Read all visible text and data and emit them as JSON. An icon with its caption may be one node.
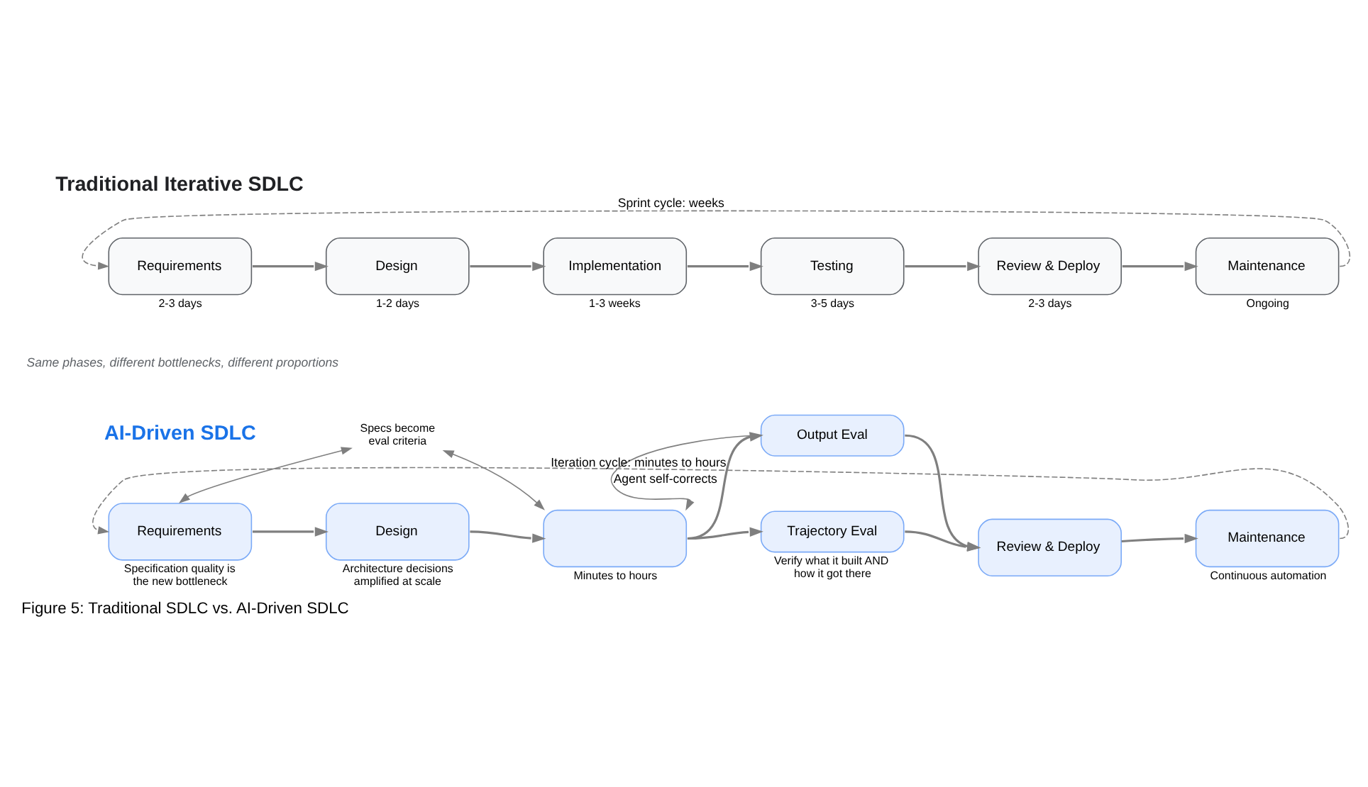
{
  "diagram": {
    "caption": "Figure 5: Traditional SDLC vs. AI-Driven SDLC",
    "nodes": [
      {
        "text": [
          "Requirements"
        ],
        "beside": [
          "2-3 days"
        ]
      },
      {
        "text": [
          "Design"
        ],
        "beside": [
          "1-2 days"
        ]
      },
      {
        "text": [
          "Implementation"
        ],
        "beside": [
          "1-3 weeks"
        ]
      },
      {
        "text": [
          "Testing"
        ],
        "beside": [
          "3-5 days"
        ]
      },
      {
        "text": [
          "Review & Deploy"
        ],
        "beside": [
          "2-3 days"
        ]
      },
      {
        "text": [
          "Maintenance"
        ],
        "beside": [
          "Ongoing"
        ]
      },
      {
        "text": [
          "Requirements"
        ],
        "beside": [
          "Specification quality is the new bottleneck"
        ]
      },
      {
        "text": [
          "Design"
        ],
        "beside": [
          "Architecture decisions amplified at scale"
        ]
      },
      {
        "text": [],
        "shape": "box",
        "beside": [
          "Minutes to hours"
        ]
      },
      {
        "text": [
          "Output Eval"
        ]
      },
      {
        "text": [
          "Trajectory Eval"
        ],
        "beside": [
          "Verify what it built AND how it got there"
        ]
      },
      {
        "text": [
          "Review & Deploy"
        ]
      },
      {
        "text": [
          "Maintenance"
        ],
        "beside": [
          "Continuous automation"
        ]
      },
      {
        "text": [
          "Specs become eval criteria"
        ]
      }
    ],
    "edges": [
      {
        "from": 0,
        "to": 1,
        "arrow": "to"
      },
      {
        "from": 1,
        "to": 2,
        "arrow": "to"
      },
      {
        "from": 2,
        "to": 3,
        "arrow": "to"
      },
      {
        "from": 3,
        "to": 4,
        "arrow": "to"
      },
      {
        "from": 4,
        "to": 5,
        "arrow": "to"
      },
      {
        "from": 5,
        "to": 0,
        "arrow": "to",
        "style": "dashed",
        "label": "Sprint cycle: weeks"
      },
      {
        "from": 6,
        "to": 7,
        "arrow": "to"
      },
      {
        "from": 7,
        "to": 8,
        "arrow": "to"
      },
      {
        "from": 8,
        "to": 9,
        "arrow": "to"
      },
      {
        "from": 8,
        "to": 10,
        "arrow": "to"
      },
      {
        "from": 9,
        "to": 11,
        "arrow": "to"
      },
      {
        "from": 10,
        "to": 11,
        "arrow": "to"
      },
      {
        "from": 11,
        "to": 12,
        "arrow": "to"
      },
      {
        "from": 12,
        "to": 6,
        "arrow": "to",
        "style": "dashed",
        "label": "Iteration cycle: minutes to hours"
      },
      {
        "from": 13,
        "to": 6,
        "arrow": "both"
      },
      {
        "from": 13,
        "to": 8,
        "arrow": "both"
      },
      {
        "from": 9,
        "to": 8,
        "arrow": "to",
        "label": "Agent self-corrects"
      }
    ],
    "labels": [
      "Traditional Iterative SDLC",
      "Same phases, different bottlenecks, different proportions",
      "AI-Driven SDLC"
    ]
  }
}
